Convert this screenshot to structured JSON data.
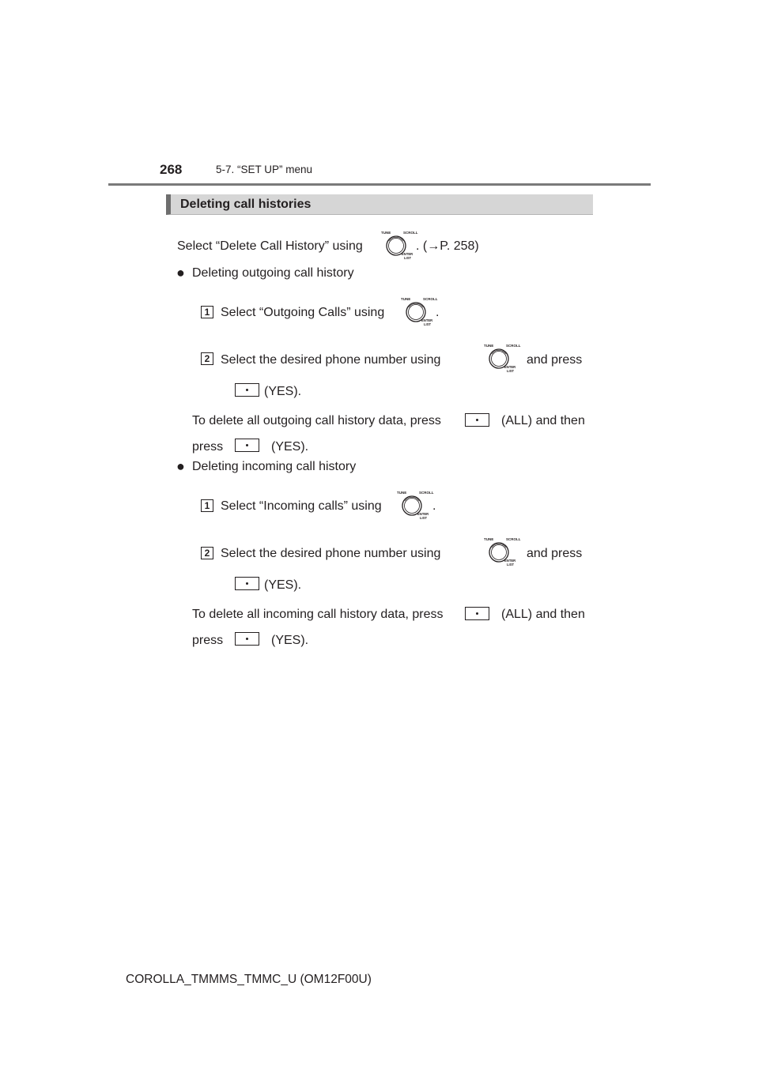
{
  "header": {
    "page_number": "268",
    "section": "5-7. “SET UP” menu"
  },
  "heading": "Deleting call histories",
  "intro": {
    "before": "Select “Delete Call History” using",
    "after": ". (→P. 258)"
  },
  "knob_icon": {
    "name": "tune-scroll-knob-icon",
    "labels": [
      "TUNE",
      "SCROLL",
      "ENTER",
      "LIST"
    ]
  },
  "outgoing": {
    "bullet": "●",
    "title": "Deleting outgoing call history",
    "step1": {
      "num": "1",
      "before": "Select “Outgoing Calls” using",
      "after": "."
    },
    "step2": {
      "num": "2",
      "before": "Select  the  desired  phone  number  using",
      "after": "and  press",
      "cont": "(YES)."
    },
    "note": {
      "line1_before": "To delete all outgoing call history data, press",
      "line1_after": "(ALL) and then",
      "line2_before": "press",
      "line2_after": "(YES)."
    }
  },
  "incoming": {
    "bullet": "●",
    "title": "Deleting incoming call history",
    "step1": {
      "num": "1",
      "before": "Select “Incoming calls” using",
      "after": "."
    },
    "step2": {
      "num": "2",
      "before": "Select  the  desired  phone  number  using",
      "after": "and  press",
      "cont": "(YES)."
    },
    "note": {
      "line1_before": "To delete all incoming call history data, press",
      "line1_after": "(ALL) and then",
      "line2_before": "press",
      "line2_after": "(YES)."
    }
  },
  "footer": "COROLLA_TMMMS_TMMC_U (OM12F00U)"
}
